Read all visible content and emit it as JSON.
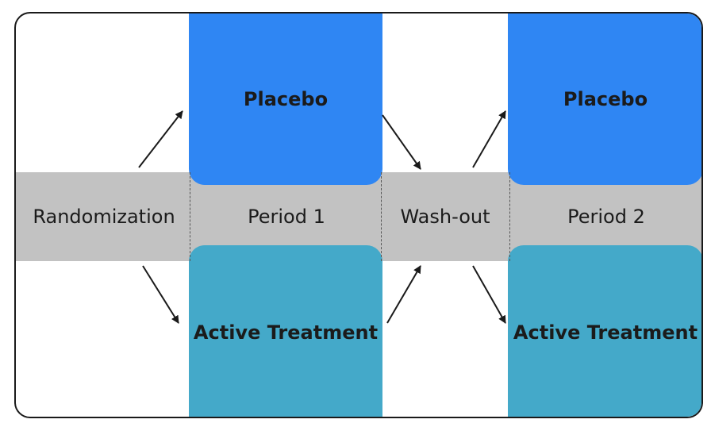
{
  "phases": {
    "randomization": "Randomization",
    "period_1": "Period 1",
    "washout": "Wash-out",
    "period_2": "Period 2"
  },
  "arms": {
    "period_1": {
      "top": "Placebo",
      "bottom": "Active Treatment"
    },
    "period_2": {
      "top": "Placebo",
      "bottom": "Active Treatment"
    }
  },
  "colors": {
    "placebo": "#2f86f3",
    "active_treatment": "#44a9c9",
    "band": "#c2c2c2",
    "border": "#1a1a1a"
  }
}
